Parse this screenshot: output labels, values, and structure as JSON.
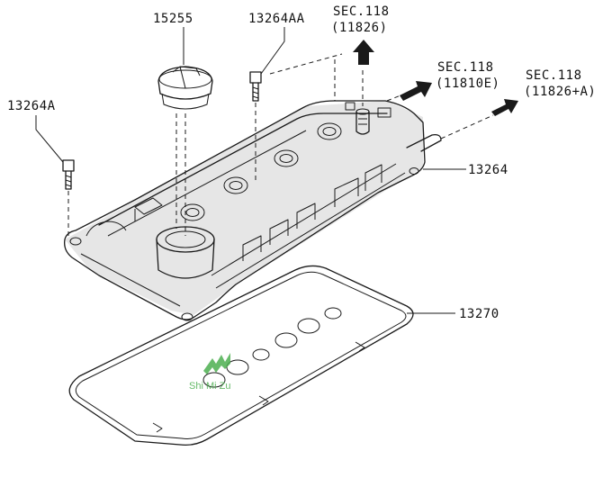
{
  "labels": {
    "cap": "15255",
    "bolt_top": "13264AA",
    "bolt_left": "13264A",
    "cover": "13264",
    "gasket": "13270",
    "sec_top_1": "SEC.118",
    "sec_top_2": "(11826)",
    "sec_mid_1": "SEC.118",
    "sec_mid_2": "(11810E)",
    "sec_right_1": "SEC.118",
    "sec_right_2": "(11826+A)"
  },
  "watermark": {
    "text": "Shi Mi Zu",
    "color": "#4caf50"
  },
  "icons": [
    "arrow-up-icon",
    "arrow-right-icon",
    "watermark-logo-icon"
  ]
}
